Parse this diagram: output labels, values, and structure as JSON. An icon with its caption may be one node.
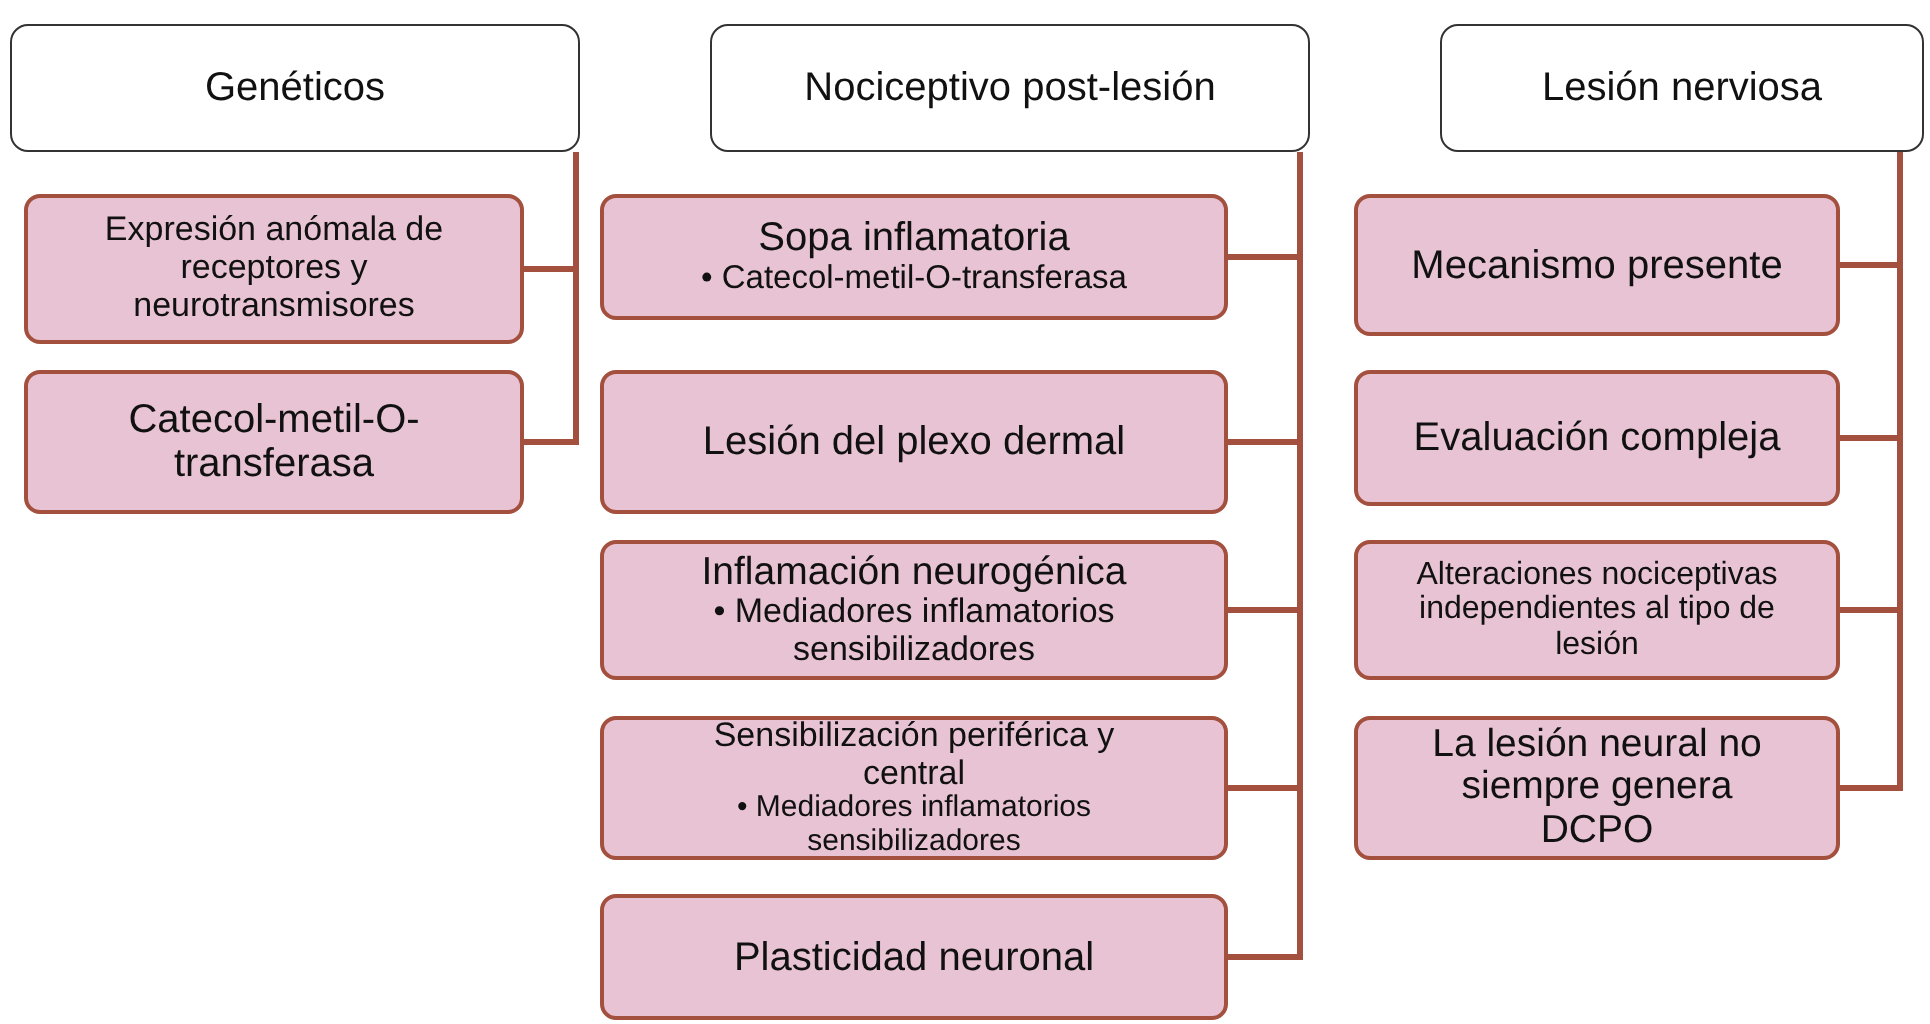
{
  "diagram": {
    "nodes": [
      {
        "text": [
          "Genéticos"
        ]
      },
      {
        "text": [
          "Expresión anómala de receptores y neurotransmisores"
        ]
      },
      {
        "text": [
          "Catecol-metil-O-transferasa"
        ]
      },
      {
        "text": [
          "Nociceptivo post-lesión"
        ]
      },
      {
        "text": [
          "Sopa inflamatoria",
          "• Catecol-metil-O-transferasa"
        ]
      },
      {
        "text": [
          "Lesión del plexo dermal"
        ]
      },
      {
        "text": [
          "Inflamación neurogénica",
          "• Mediadores inflamatorios sensibilizadores"
        ]
      },
      {
        "text": [
          "Sensibilización periférica y central",
          "• Mediadores inflamatorios sensibilizadores"
        ]
      },
      {
        "text": [
          "Plasticidad neuronal"
        ]
      },
      {
        "text": [
          "Lesión nerviosa"
        ]
      },
      {
        "text": [
          "Mecanismo presente"
        ]
      },
      {
        "text": [
          "Evaluación compleja"
        ]
      },
      {
        "text": [
          "Alteraciones nociceptivas independientes al tipo de lesión"
        ]
      },
      {
        "text": [
          "La lesión neural no siempre genera DCPO"
        ]
      }
    ],
    "edges": [
      {
        "from": 0,
        "to": 1,
        "arrow": "none"
      },
      {
        "from": 0,
        "to": 2,
        "arrow": "none"
      },
      {
        "from": 3,
        "to": 4,
        "arrow": "none"
      },
      {
        "from": 3,
        "to": 5,
        "arrow": "none"
      },
      {
        "from": 3,
        "to": 6,
        "arrow": "none"
      },
      {
        "from": 3,
        "to": 7,
        "arrow": "none"
      },
      {
        "from": 3,
        "to": 8,
        "arrow": "none"
      },
      {
        "from": 9,
        "to": 10,
        "arrow": "none"
      },
      {
        "from": 9,
        "to": 11,
        "arrow": "none"
      },
      {
        "from": 9,
        "to": 12,
        "arrow": "none"
      },
      {
        "from": 9,
        "to": 13,
        "arrow": "none"
      }
    ]
  }
}
